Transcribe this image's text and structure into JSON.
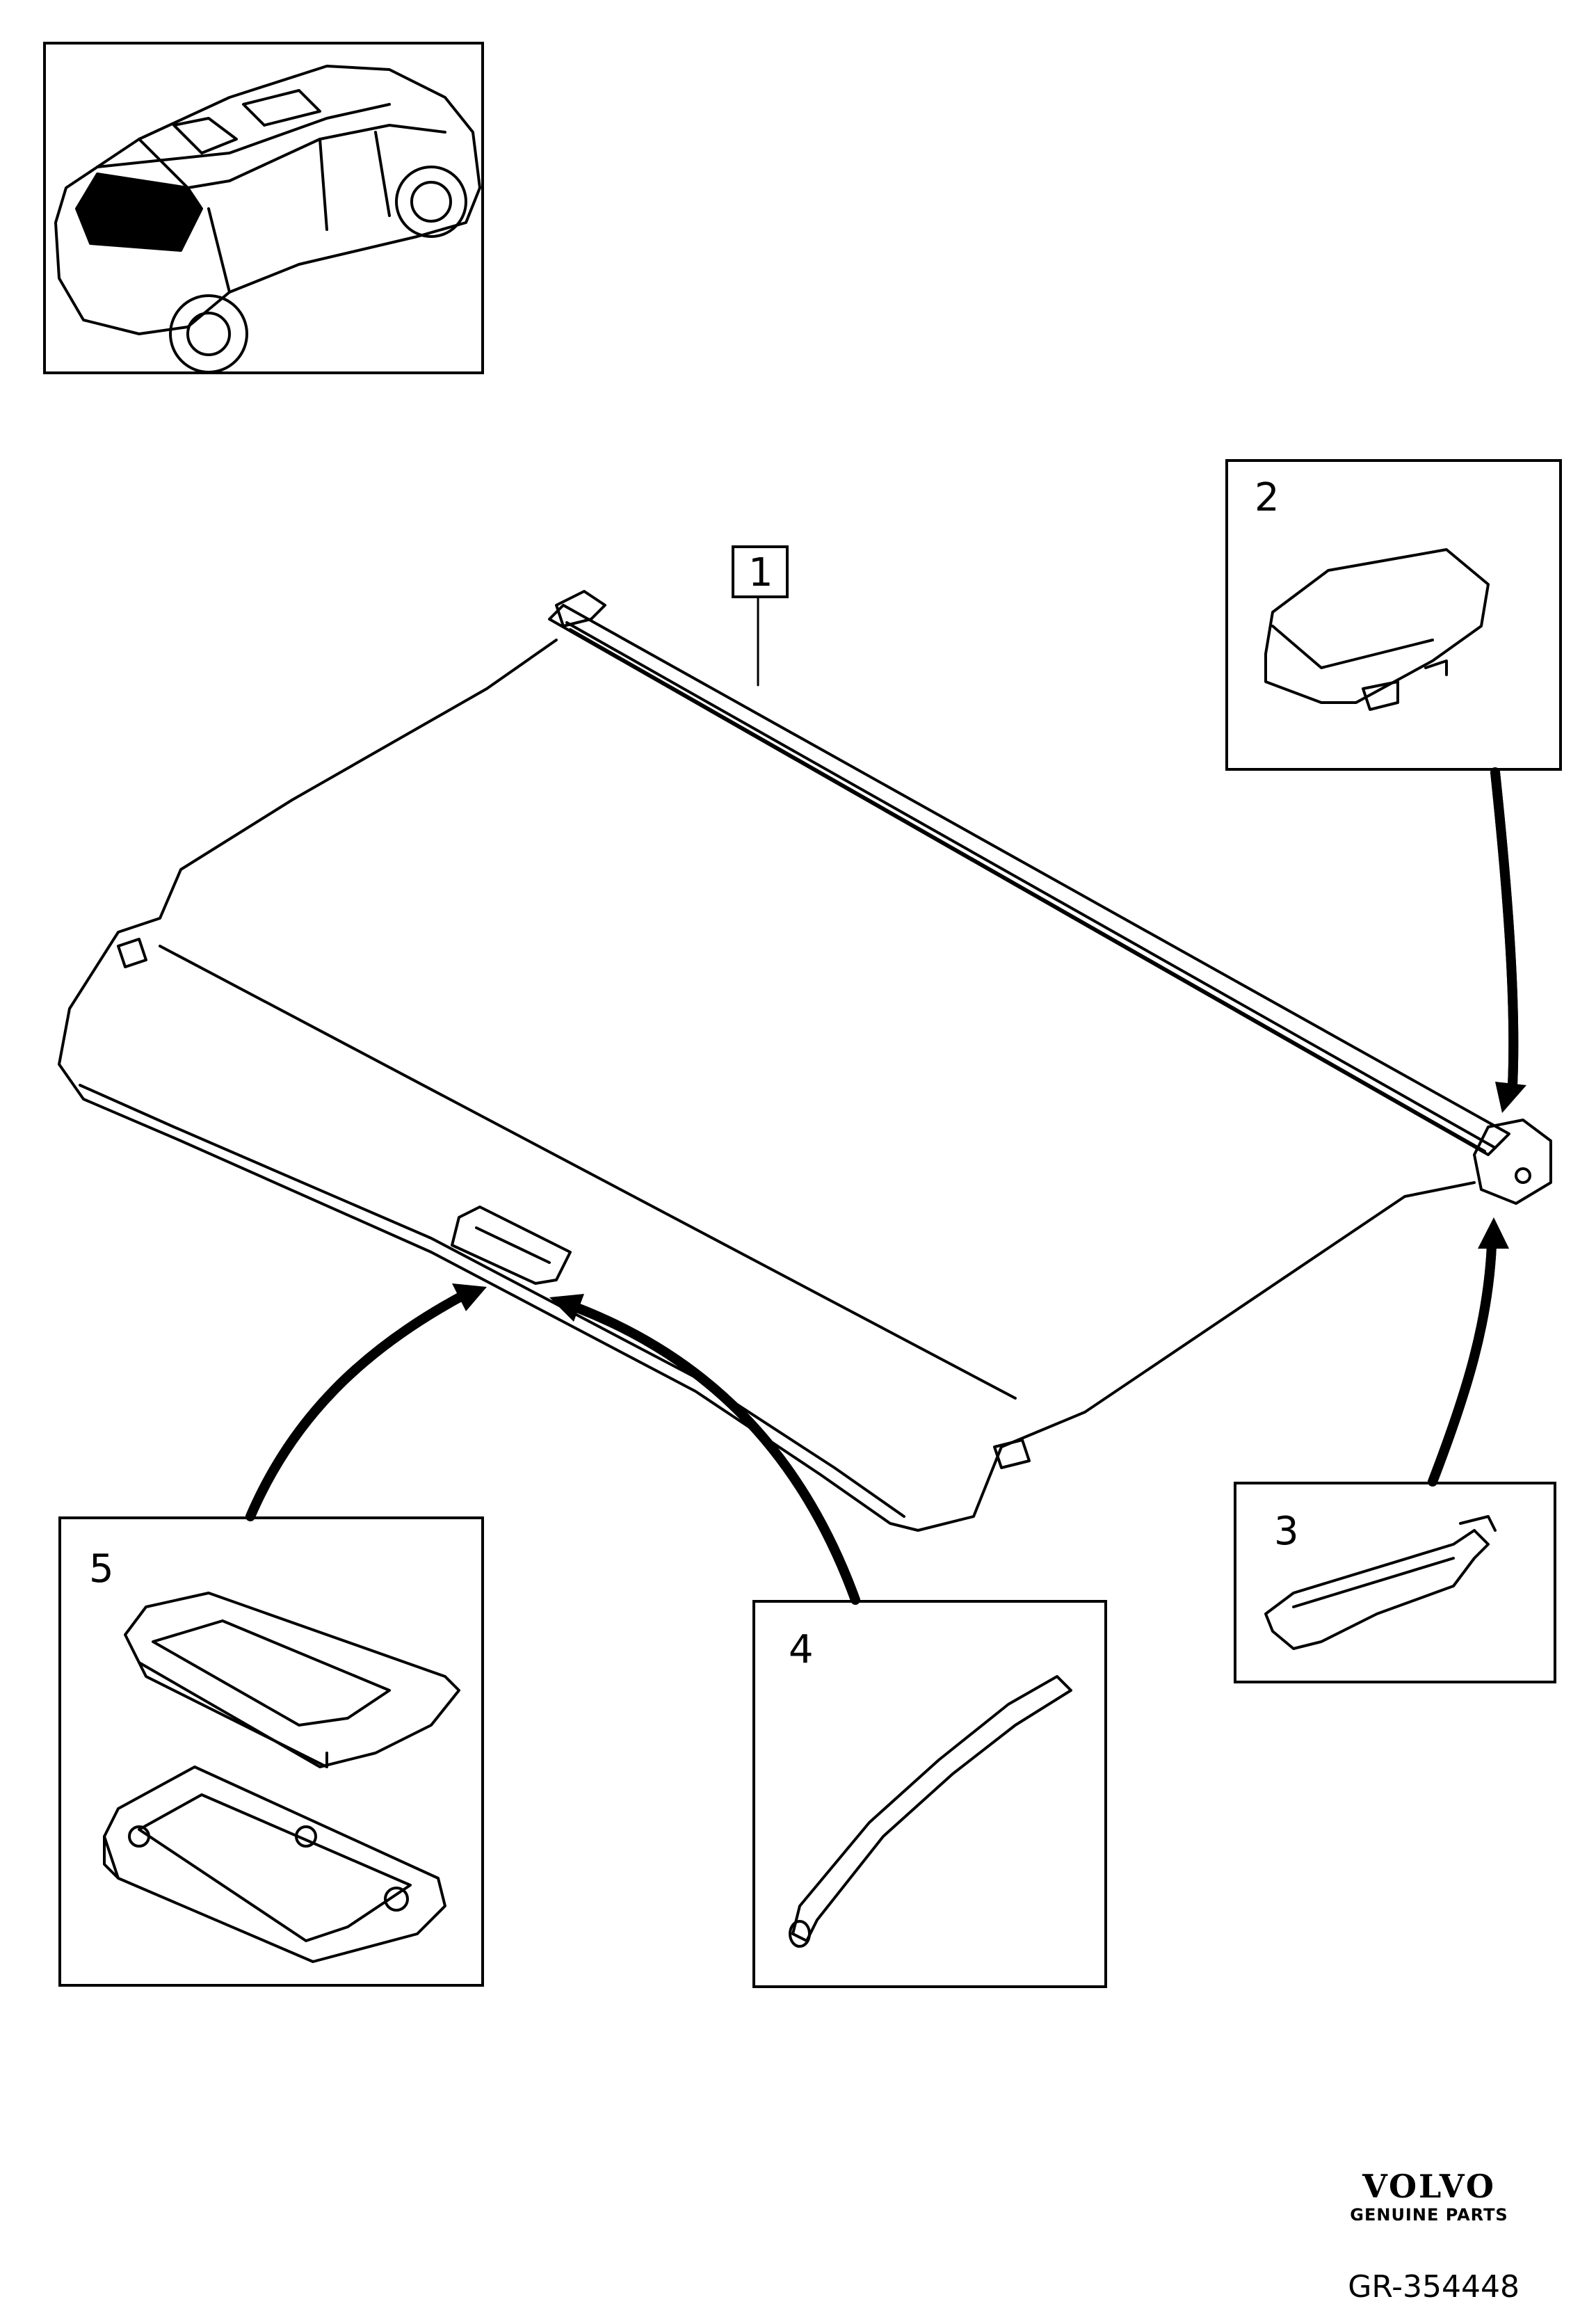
{
  "callouts": {
    "c1": "1",
    "c2": "2",
    "c3": "3",
    "c4": "4",
    "c5": "5"
  },
  "brand": {
    "logo": "VOLVO",
    "subtitle": "GENUINE PARTS"
  },
  "reference": "GR-354448",
  "colors": {
    "line": "#000000",
    "background": "#ffffff"
  }
}
